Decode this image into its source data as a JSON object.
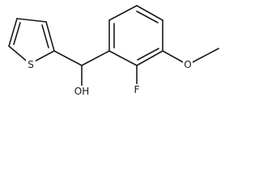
{
  "structure": {
    "atoms": {
      "sulfur": "S",
      "hydroxyl": "OH",
      "fluorine": "F",
      "methoxy_oxygen": "O"
    }
  }
}
